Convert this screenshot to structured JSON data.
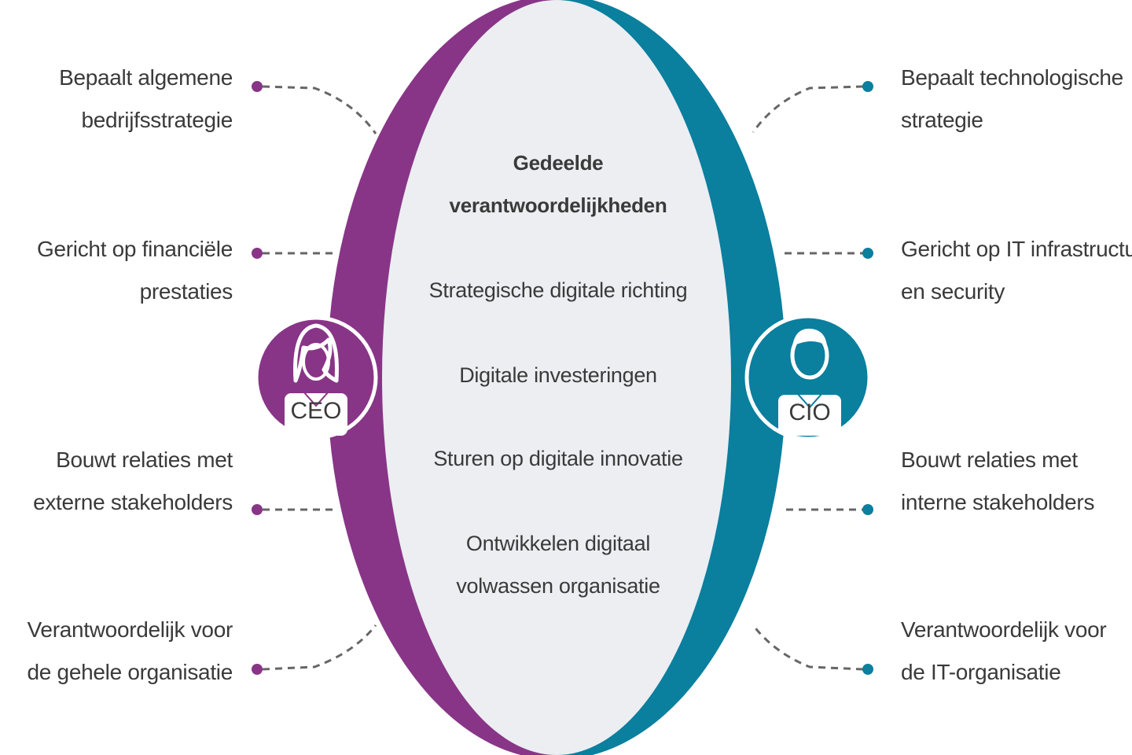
{
  "colors": {
    "ceo": "#883587",
    "cio": "#0a7f9e",
    "center_fill": "#eceef2",
    "connector": "#666666",
    "text": "#3a3a3a"
  },
  "center": {
    "title_line1": "Gedeelde",
    "title_line2": "verantwoordelijkheden",
    "item1": "Strategische digitale richting",
    "item2": "Digitale investeringen",
    "item3": "Sturen op digitale innovatie",
    "item4_line1": "Ontwikkelen digitaal",
    "item4_line2": "volwassen organisatie"
  },
  "ceo": {
    "label": "CEO",
    "icon": "woman-user-icon",
    "items": [
      {
        "line1": "Bepaalt algemene",
        "line2": "bedrijfsstrategie"
      },
      {
        "line1": "Gericht op financiële",
        "line2": "prestaties"
      },
      {
        "line1": "Bouwt relaties met",
        "line2": "externe stakeholders"
      },
      {
        "line1": "Verantwoordelijk voor",
        "line2": "de gehele organisatie"
      }
    ]
  },
  "cio": {
    "label": "CIO",
    "icon": "man-user-icon",
    "items": [
      {
        "line1": "Bepaalt technologische",
        "line2": "strategie"
      },
      {
        "line1": "Gericht op IT infrastructuur",
        "line2": "en security"
      },
      {
        "line1": "Bouwt relaties met",
        "line2": "interne stakeholders"
      },
      {
        "line1": "Verantwoordelijk voor",
        "line2": "de IT-organisatie"
      }
    ]
  }
}
